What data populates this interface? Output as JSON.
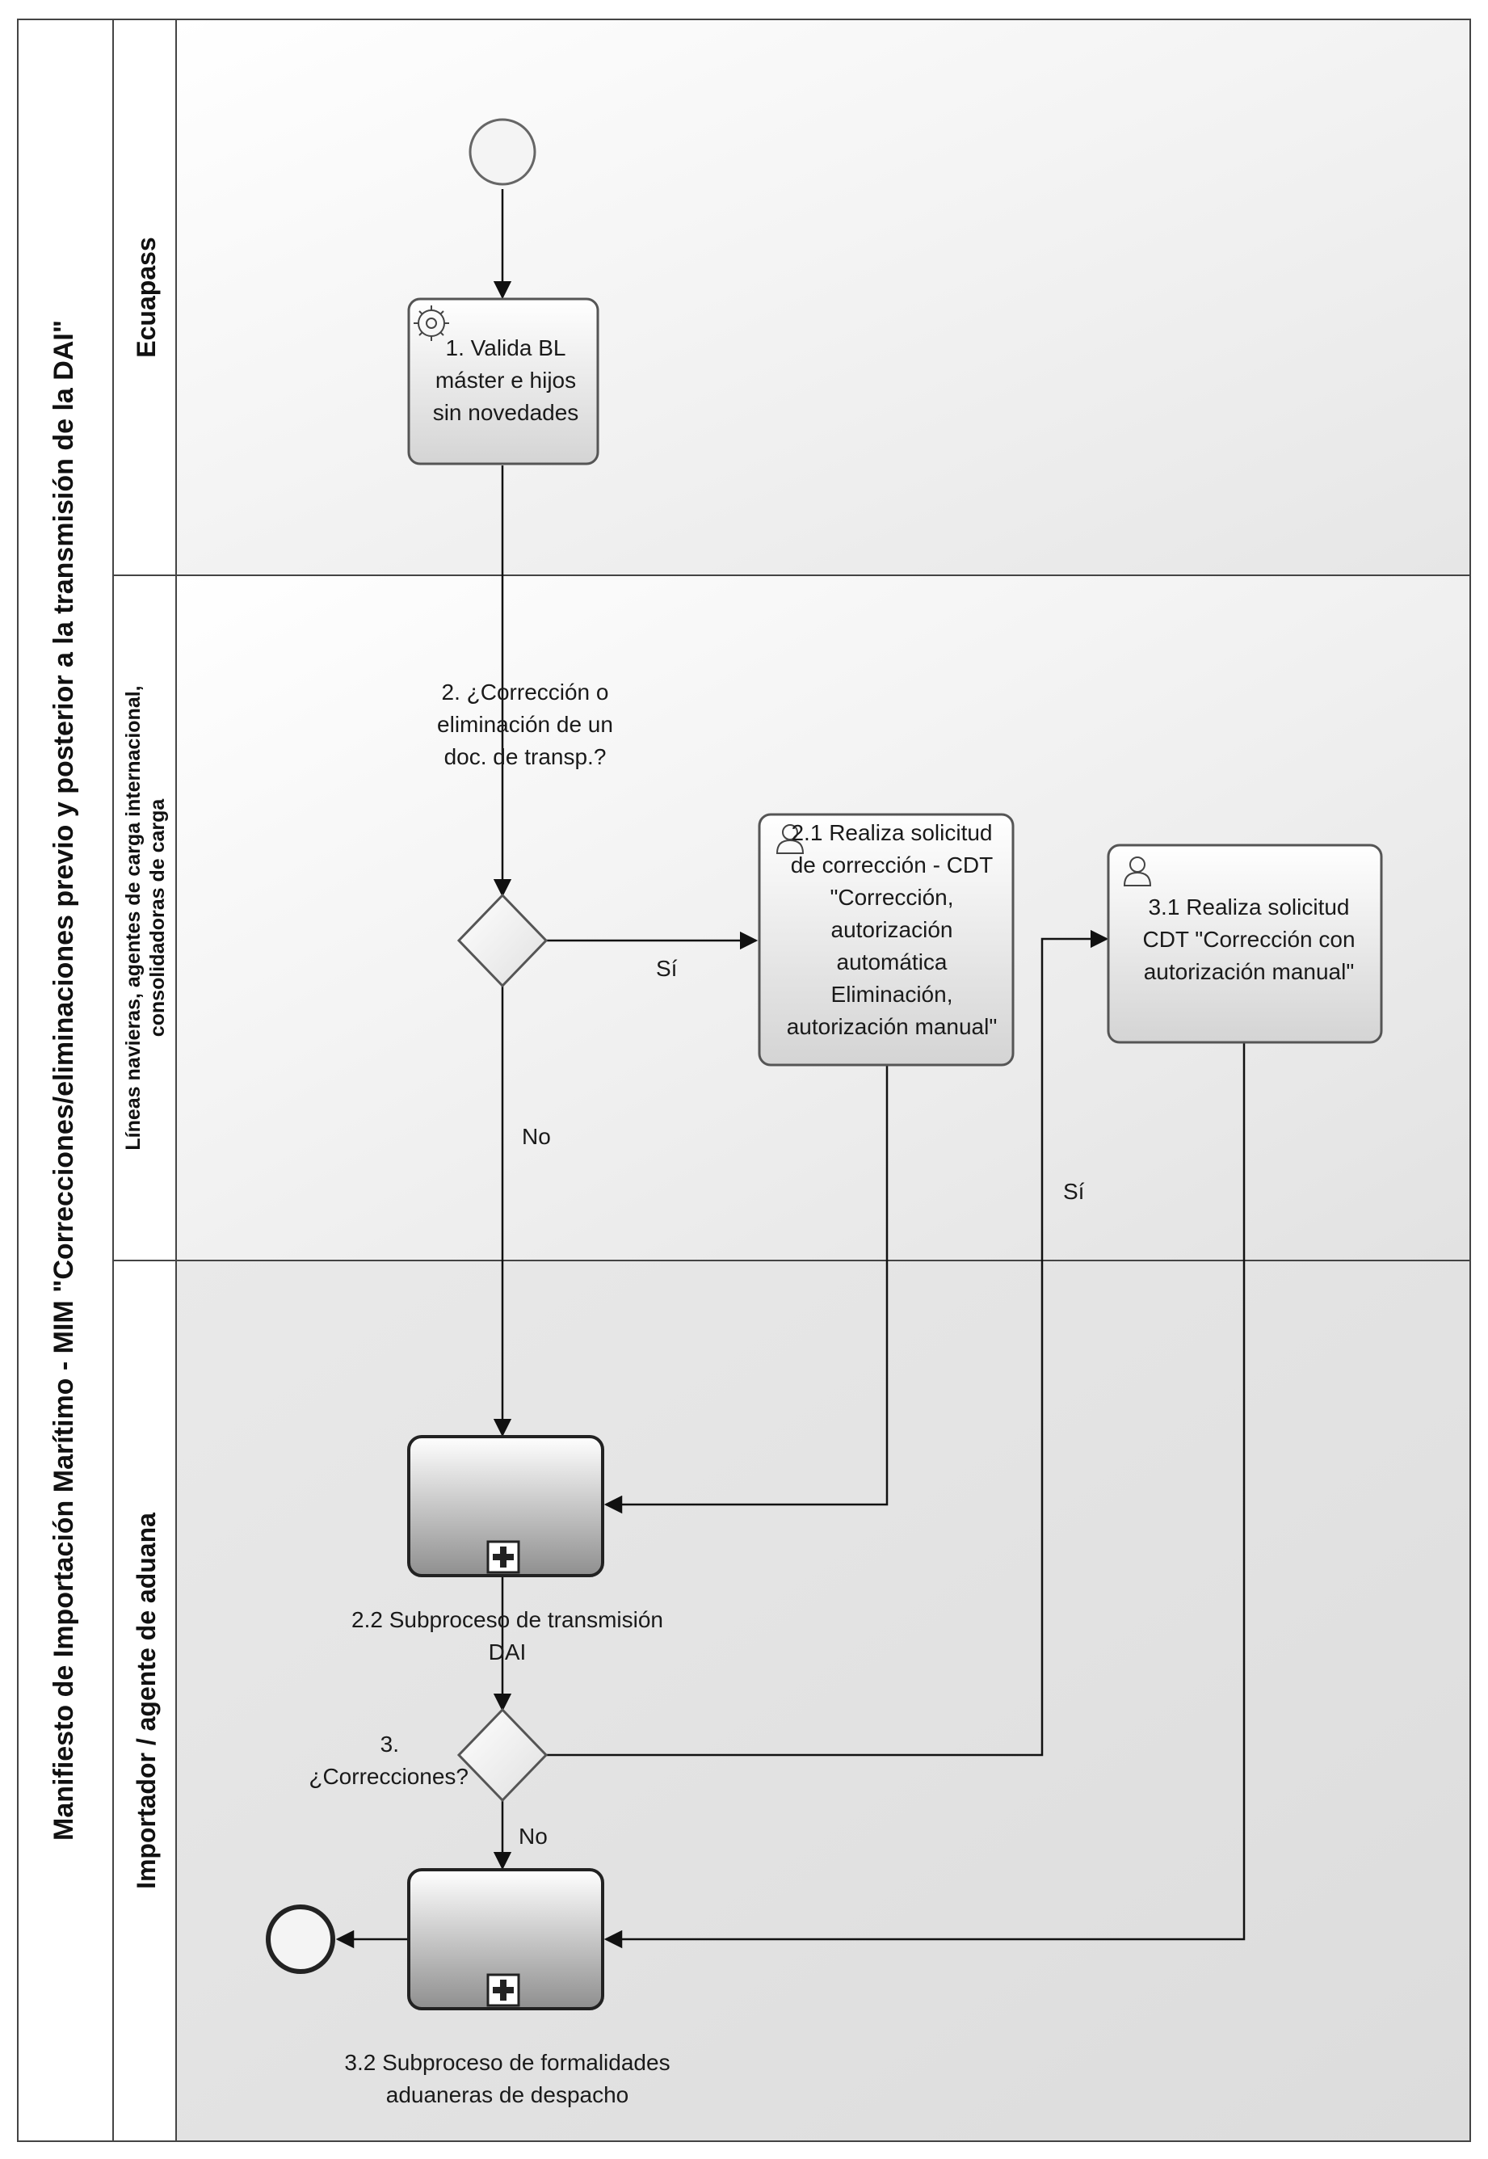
{
  "diagram": {
    "title": "Manifiesto de Importación Marítimo - MIM \"Correcciones/eliminaciones previo y posterior a la transmisión de la DAI\"",
    "lanes": [
      {
        "label": "Ecuapass"
      },
      {
        "label_line1": "Líneas navieras, agentes de carga internacional,",
        "label_line2": "consolidadoras de carga"
      },
      {
        "label": "Importador / agente de aduana"
      }
    ],
    "tasks": {
      "t1": {
        "icon": "gear-icon",
        "lines": [
          "1. Valida BL",
          "máster e hijos",
          "sin novedades"
        ]
      },
      "t21": {
        "icon": "user-icon",
        "lines": [
          "2.1 Realiza solicitud",
          "de corrección - CDT",
          "\"Corrección,",
          "autorización",
          "automática",
          "Eliminación,",
          "autorización manual\""
        ]
      },
      "t31": {
        "icon": "user-icon",
        "lines": [
          "3.1 Realiza solicitud",
          "CDT \"Corrección con",
          "autorización manual\""
        ]
      },
      "t22": {
        "icon": "plus-icon",
        "lines": [
          "2.2 Subproceso de transmisión",
          "DAI"
        ]
      },
      "t32": {
        "icon": "plus-icon",
        "lines": [
          "3.2 Subproceso de formalidades",
          "aduaneras de despacho"
        ]
      }
    },
    "gateways": {
      "g2": {
        "lines": [
          "2. ¿Corrección o",
          "eliminación de un",
          "doc. de transp.?"
        ]
      },
      "g3": {
        "lines": [
          "3.",
          "¿Correcciones?"
        ]
      }
    },
    "flow_labels": {
      "g2_yes": "Sí",
      "g2_no": "No",
      "g3_yes": "Sí",
      "g3_no": "No"
    }
  }
}
